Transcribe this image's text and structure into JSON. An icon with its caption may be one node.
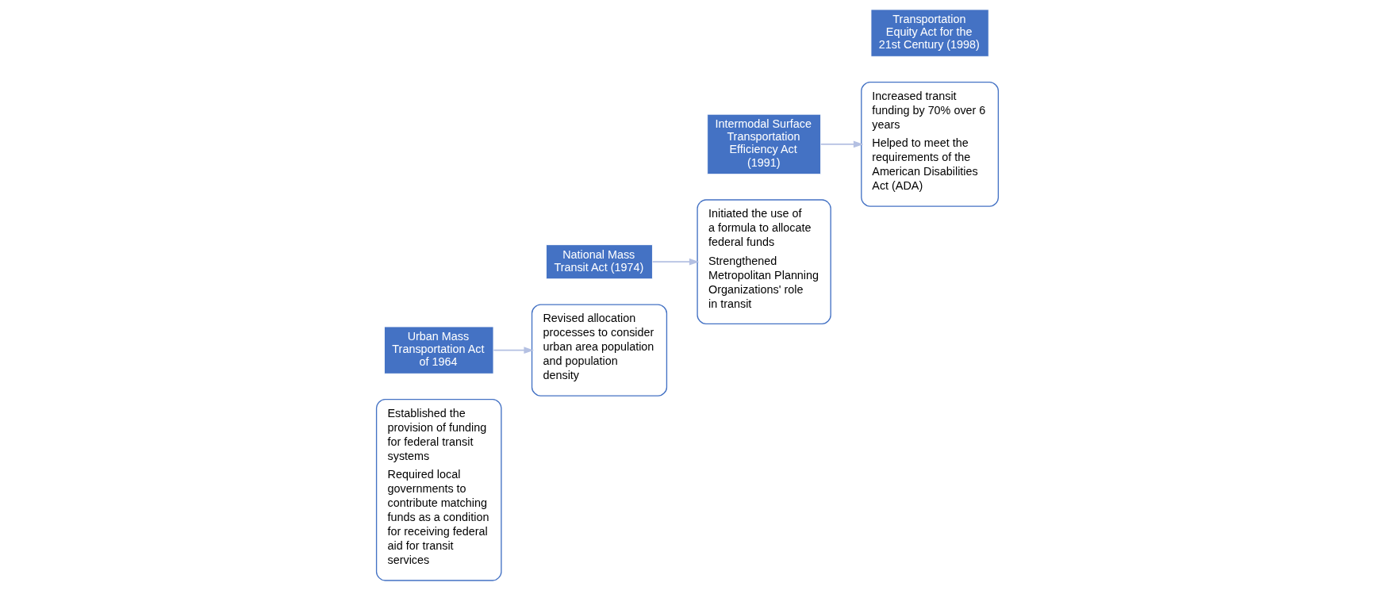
{
  "diagram": {
    "nodes": [
      {
        "text": [
          "Established the provision of funding for federal transit systems",
          "Required local governments to contribute matching funds as a condition for receiving federal aid for transit services"
        ]
      },
      {
        "text": [
          "Urban Mass Transportation Act of 1964"
        ]
      },
      {
        "text": [
          "National Mass Transit Act (1974)"
        ]
      },
      {
        "text": [
          "Revised allocation processes to consider urban area population and population density"
        ]
      },
      {
        "text": [
          "Initiated the use of a formula to allocate federal funds",
          "Strengthened Metropolitan Planning Organizations' role in transit"
        ]
      },
      {
        "text": [
          "Intermodal Surface Transportation Efficiency Act (1991)"
        ]
      },
      {
        "text": [
          "Transportation Equity Act for the 21st Century (1998)"
        ]
      },
      {
        "text": [
          "Increased transit funding by 70% over 6 years",
          "Helped to meet the requirements of the American Disabilities Act (ADA)"
        ]
      }
    ],
    "edges": [
      {
        "from": 1,
        "to": 3,
        "arrow": "to"
      },
      {
        "from": 2,
        "to": 4,
        "arrow": "to"
      },
      {
        "from": 5,
        "to": 7,
        "arrow": "to"
      }
    ]
  }
}
